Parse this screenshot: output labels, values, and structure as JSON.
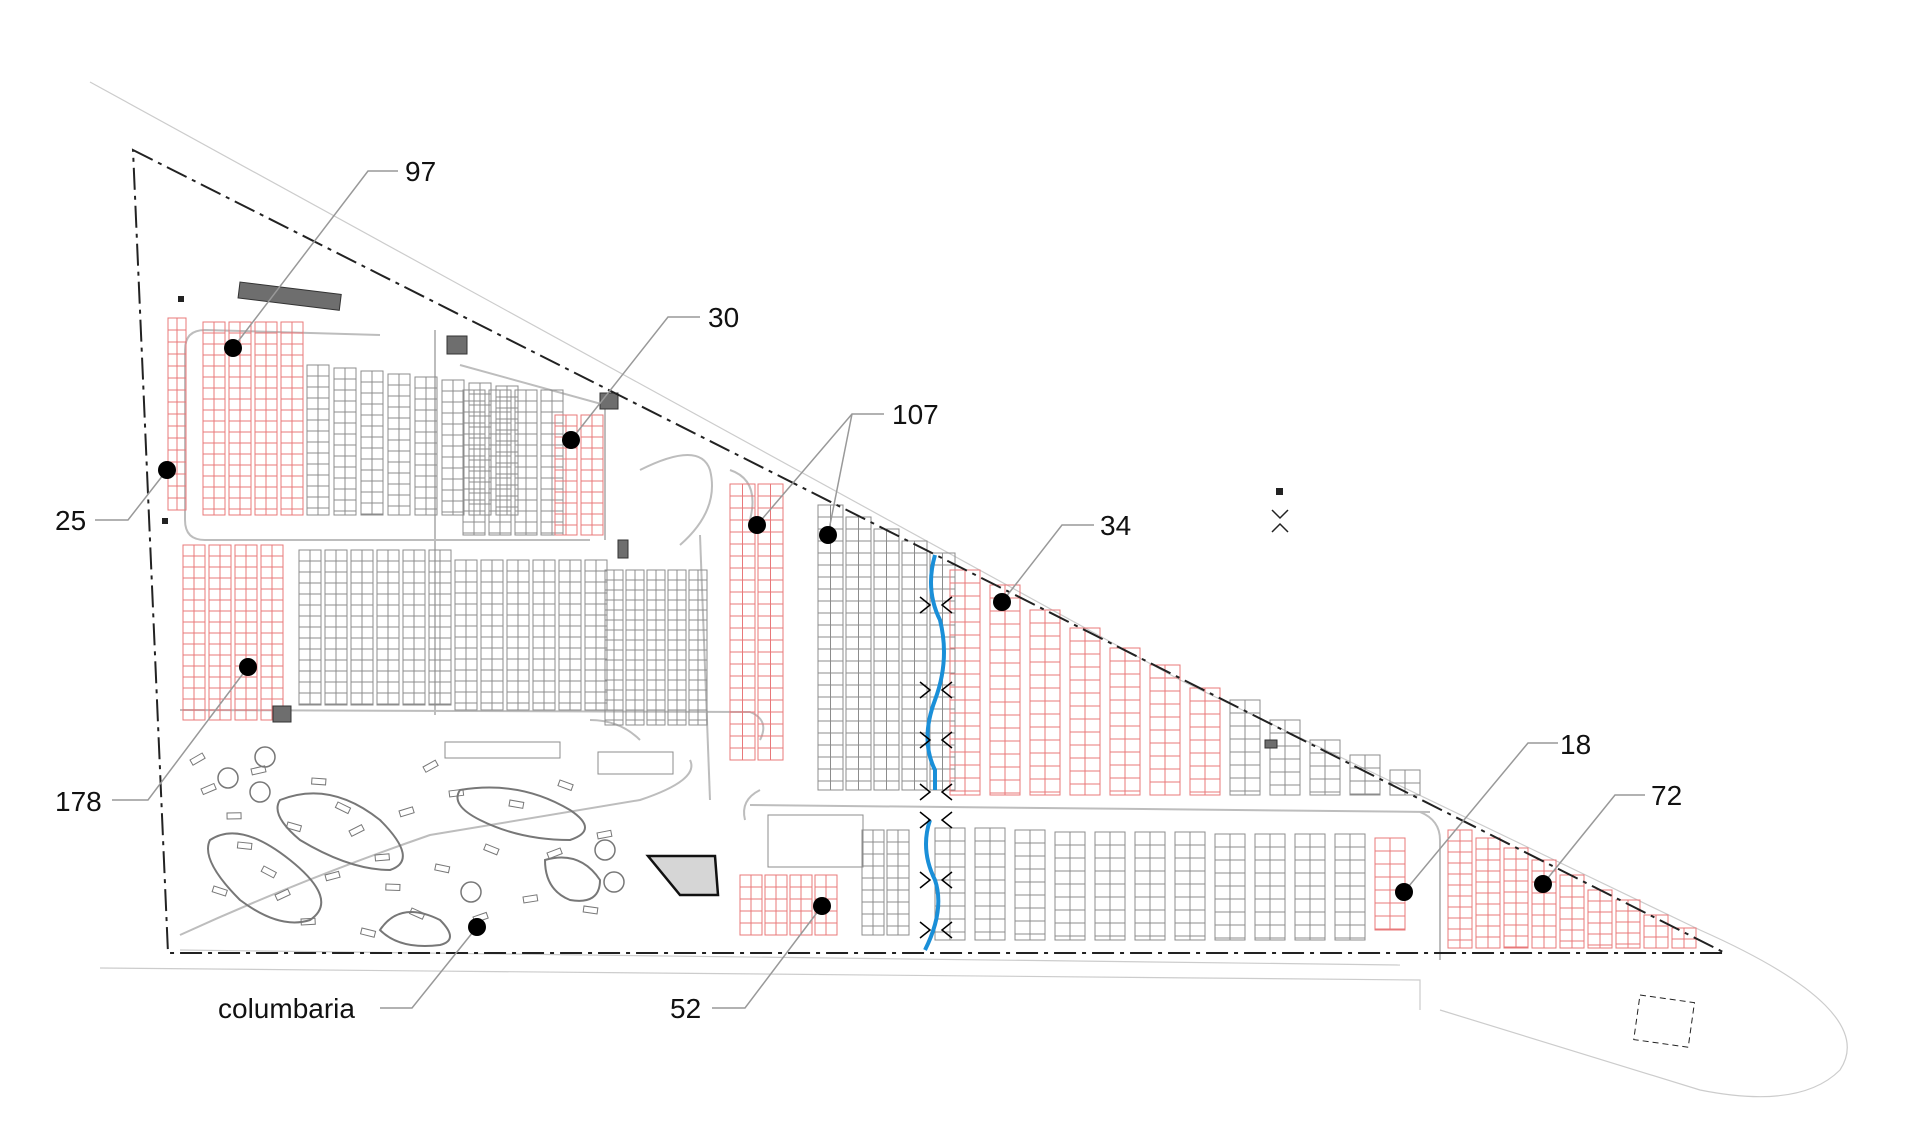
{
  "plan": {
    "colors": {
      "red_plots": "#e8787a",
      "grey_plots": "#8c8c8c",
      "road": "#bdbdbd",
      "stream": "#1a8fd8",
      "boundary": "#222222",
      "building": "#6e6e6e",
      "dot": "#000000"
    },
    "callouts": [
      {
        "id": "97",
        "text": "97"
      },
      {
        "id": "30",
        "text": "30"
      },
      {
        "id": "107",
        "text": "107"
      },
      {
        "id": "34",
        "text": "34"
      },
      {
        "id": "25",
        "text": "25"
      },
      {
        "id": "178",
        "text": "178"
      },
      {
        "id": "18",
        "text": "18"
      },
      {
        "id": "72",
        "text": "72"
      },
      {
        "id": "52",
        "text": "52"
      },
      {
        "id": "columbaria",
        "text": "columbaria"
      }
    ]
  }
}
